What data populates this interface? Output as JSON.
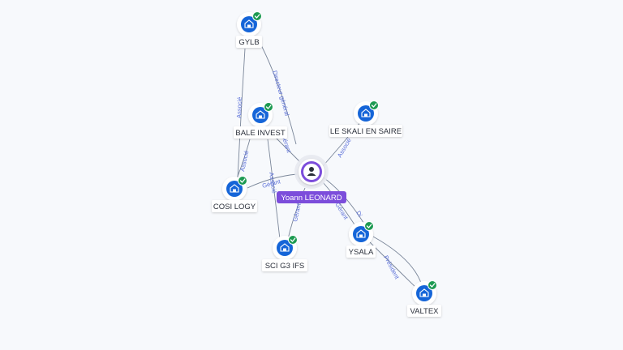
{
  "colors": {
    "background": "#f7f9fc",
    "company": "#1565d8",
    "check": "#1d9a52",
    "person": "#7c4ddb",
    "edge": "#7a8699",
    "edge_label": "#5a6fd8"
  },
  "person": {
    "name": "Yoann LEONARD",
    "icon": "person-icon"
  },
  "companies": [
    {
      "id": "gylb",
      "name": "GYLB",
      "icon": "building-icon",
      "status": "check-icon"
    },
    {
      "id": "bale",
      "name": "BALE INVEST",
      "icon": "building-icon",
      "status": "check-icon"
    },
    {
      "id": "skali",
      "name": "LE SKALI EN SAIRE",
      "icon": "building-icon",
      "status": "check-icon"
    },
    {
      "id": "cosi",
      "name": "COSI LOGY",
      "icon": "building-icon",
      "status": "check-icon"
    },
    {
      "id": "scig3",
      "name": "SCI G3 IFS",
      "icon": "building-icon",
      "status": "check-icon"
    },
    {
      "id": "ysala",
      "name": "YSALA",
      "icon": "building-icon",
      "status": "check-icon"
    },
    {
      "id": "valtex",
      "name": "VALTEX",
      "icon": "building-icon",
      "status": "check-icon"
    }
  ],
  "edges": [
    {
      "id": "e1",
      "label": "Directeur général"
    },
    {
      "id": "e2",
      "label": "Gérant"
    },
    {
      "id": "e3",
      "label": "Gérant"
    },
    {
      "id": "e4",
      "label": "Associé"
    },
    {
      "id": "e5",
      "label": "Gérant"
    },
    {
      "id": "e6",
      "label": "Gérant"
    },
    {
      "id": "e7",
      "label": "Di"
    },
    {
      "id": "e8",
      "label": "Associé"
    },
    {
      "id": "e9",
      "label": "Associé"
    },
    {
      "id": "e10",
      "label": "Associé"
    },
    {
      "id": "e11",
      "label": "Président"
    }
  ]
}
